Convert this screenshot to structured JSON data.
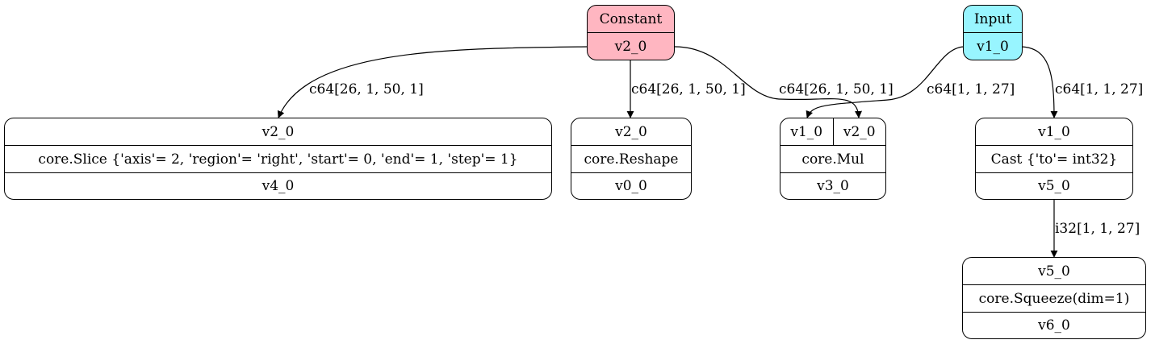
{
  "nodes": {
    "constant": {
      "title": "Constant",
      "output": "v2_0",
      "fill": "#ffb6c1"
    },
    "input": {
      "title": "Input",
      "output": "v1_0",
      "fill": "#98f5ff"
    },
    "slice": {
      "input": "v2_0",
      "op": "core.Slice {'axis'= 2, 'region'= 'right', 'start'= 0, 'end'= 1, 'step'= 1}",
      "output": "v4_0"
    },
    "reshape": {
      "input": "v2_0",
      "op": "core.Reshape",
      "output": "v0_0"
    },
    "mul": {
      "inputs": [
        "v1_0",
        "v2_0"
      ],
      "op": "core.Mul",
      "output": "v3_0"
    },
    "cast": {
      "input": "v1_0",
      "op": "Cast {'to'= int32}",
      "output": "v5_0"
    },
    "squeeze": {
      "input": "v5_0",
      "op": "core.Squeeze(dim=1)",
      "output": "v6_0"
    }
  },
  "edges": [
    {
      "id": "e-constant-slice",
      "from": "constant",
      "to": "slice",
      "label": "c64[26, 1, 50, 1]"
    },
    {
      "id": "e-constant-reshape",
      "from": "constant",
      "to": "reshape",
      "label": "c64[26, 1, 50, 1]"
    },
    {
      "id": "e-constant-mul",
      "from": "constant",
      "to": "mul",
      "label": "c64[26, 1, 50, 1]"
    },
    {
      "id": "e-input-mul",
      "from": "input",
      "to": "mul",
      "label": "c64[1, 1, 27]"
    },
    {
      "id": "e-input-cast",
      "from": "input",
      "to": "cast",
      "label": "c64[1, 1, 27]"
    },
    {
      "id": "e-cast-squeeze",
      "from": "cast",
      "to": "squeeze",
      "label": "i32[1, 1, 27]"
    }
  ]
}
